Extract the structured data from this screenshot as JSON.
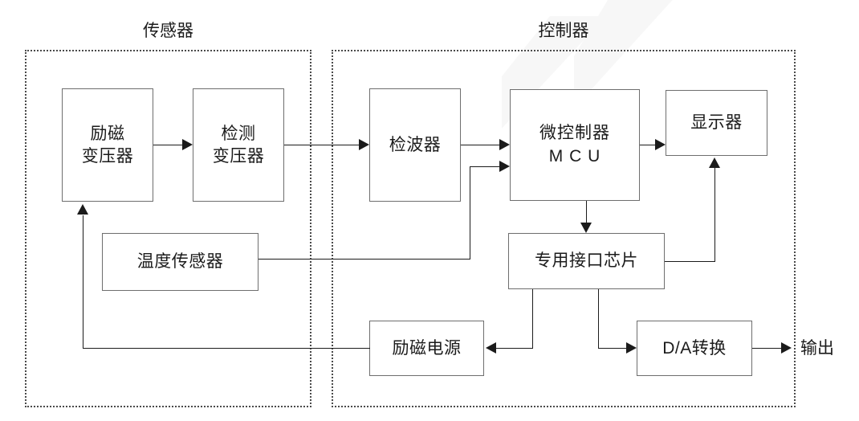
{
  "diagram": {
    "title": "",
    "groups": [
      {
        "id": "sensor",
        "label": "传感器"
      },
      {
        "id": "controller",
        "label": "控制器"
      }
    ],
    "blocks": [
      {
        "id": "excitation-transformer",
        "label": "励磁\n变压器"
      },
      {
        "id": "detection-transformer",
        "label": "检测\n变压器"
      },
      {
        "id": "detector",
        "label": "检波器"
      },
      {
        "id": "mcu",
        "label": "微控制器\nM C U"
      },
      {
        "id": "display",
        "label": "显示器"
      },
      {
        "id": "temperature-sensor",
        "label": "温度传感器"
      },
      {
        "id": "interface-chip",
        "label": "专用接口芯片"
      },
      {
        "id": "excitation-power",
        "label": "励磁电源"
      },
      {
        "id": "da-converter",
        "label": "D/A转换"
      }
    ],
    "labels": [
      {
        "id": "output",
        "label": "输出"
      }
    ],
    "connections": [
      {
        "from": "excitation-transformer",
        "to": "detection-transformer"
      },
      {
        "from": "detection-transformer",
        "to": "detector"
      },
      {
        "from": "detector",
        "to": "mcu"
      },
      {
        "from": "temperature-sensor",
        "to": "mcu"
      },
      {
        "from": "mcu",
        "to": "display"
      },
      {
        "from": "mcu",
        "to": "interface-chip"
      },
      {
        "from": "interface-chip",
        "to": "display"
      },
      {
        "from": "interface-chip",
        "to": "excitation-power"
      },
      {
        "from": "interface-chip",
        "to": "da-converter"
      },
      {
        "from": "da-converter",
        "to": "output"
      },
      {
        "from": "excitation-power",
        "to": "excitation-transformer"
      }
    ],
    "style": {
      "line_color": "#1b1b1b",
      "block_border_color": "#6e6e6e",
      "frame_color": "#4a4a4a",
      "background": "#ffffff"
    }
  }
}
